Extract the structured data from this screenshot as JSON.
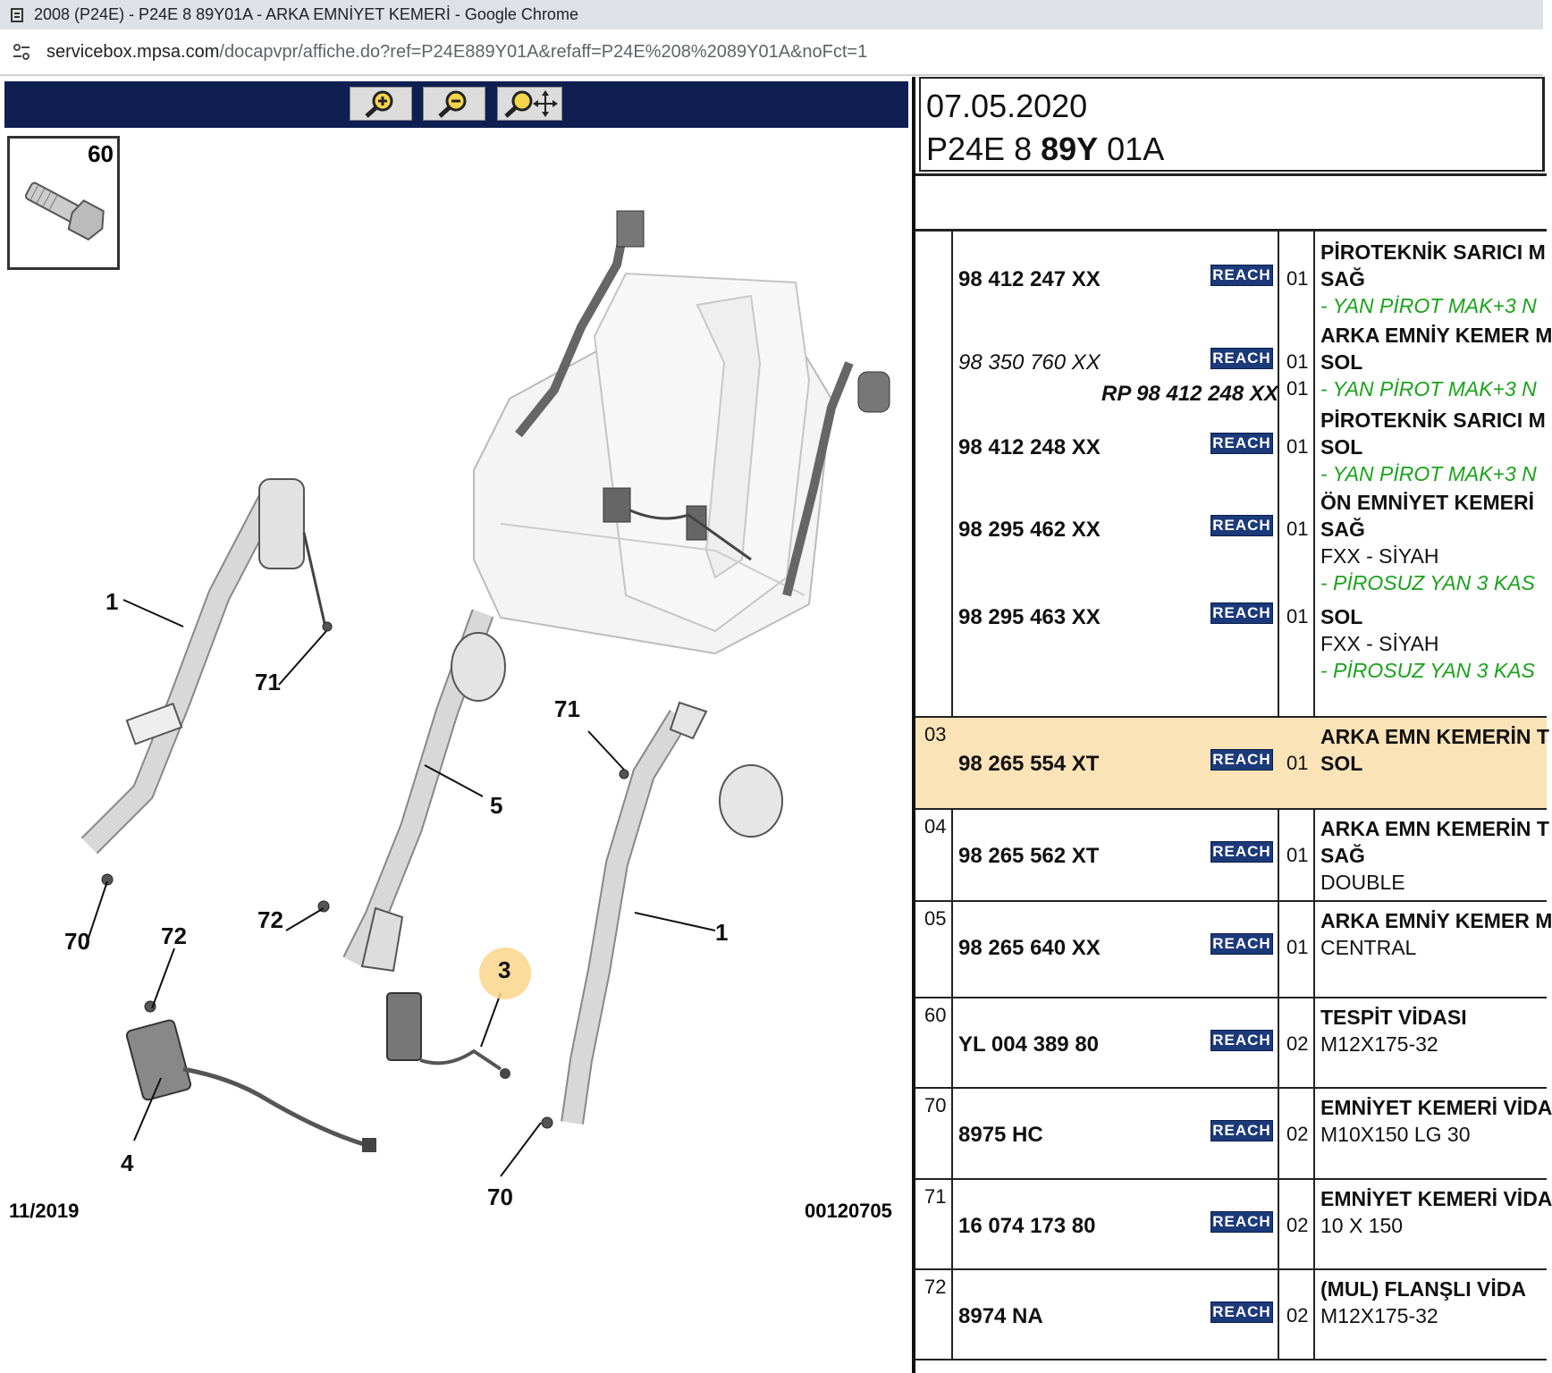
{
  "window": {
    "title": "2008 (P24E) - P24E 8 89Y01A - ARKA EMNİYET KEMERİ - Google Chrome",
    "url_host": "servicebox.mpsa.com",
    "url_path": "/docapvpr/affiche.do?ref=P24E889Y01A&refaff=P24E%208%2089Y01A&noFct=1"
  },
  "viewer": {
    "toolbar": {
      "zoom_in": "zoom-in-icon",
      "zoom_out": "zoom-out-icon",
      "pan": "pan-zoom-icon"
    },
    "thumb_label": "60",
    "callouts": {
      "c1a": "1",
      "c1b": "1",
      "c71a": "71",
      "c71b": "71",
      "c5": "5",
      "c72a": "72",
      "c72b": "72",
      "c70a": "70",
      "c70b": "70",
      "c4": "4",
      "c3": "3"
    },
    "footer_date": "11/2019",
    "footer_code": "00120705"
  },
  "panel": {
    "date": "07.05.2020",
    "ref_prefix": "P24E 8 ",
    "ref_bold": "89Y",
    "ref_suffix": " 01A",
    "reach_label": "REACH",
    "rows": [
      {
        "idx": "",
        "lines": [
          {
            "pn": "98 412 247 XX",
            "qty": "01",
            "desc": [
              "PİROTEKNİK SARICI M",
              "SAĞ"
            ],
            "green": [
              "- YAN PİROT MAK+3 N"
            ]
          },
          {
            "pn": "98 350 760 XX",
            "qty": "01",
            "desc": [
              "ARKA EMNİY KEMER M",
              "SOL"
            ]
          },
          {
            "pn": "RP 98 412 248 XX",
            "qty": "01",
            "green": [
              "- YAN PİROT MAK+3 N"
            ]
          },
          {
            "pn": "98 412 248 XX",
            "qty": "01",
            "desc": [
              "PİROTEKNİK SARICI M",
              "SOL"
            ],
            "green": [
              "- YAN PİROT MAK+3 N"
            ]
          },
          {
            "pn": "98 295 462 XX",
            "qty": "01",
            "desc": [
              "ÖN EMNİYET KEMERİ",
              "SAĞ",
              "FXX - SİYAH"
            ],
            "green": [
              "- PİROSUZ YAN 3 KAS"
            ]
          },
          {
            "pn": "98 295 463 XX",
            "qty": "01",
            "desc": [
              "SOL",
              "FXX - SİYAH"
            ],
            "green": [
              "- PİROSUZ YAN 3 KAS"
            ]
          }
        ]
      },
      {
        "idx": "03",
        "pn": "98 265 554 XT",
        "qty": "01",
        "desc": [
          "ARKA EMN KEMERİN T",
          "SOL"
        ]
      },
      {
        "idx": "04",
        "pn": "98 265 562 XT",
        "qty": "01",
        "desc": [
          "ARKA EMN KEMERİN T",
          "SAĞ",
          "DOUBLE"
        ]
      },
      {
        "idx": "05",
        "pn": "98 265 640 XX",
        "qty": "01",
        "desc": [
          "ARKA EMNİY KEMER M",
          "CENTRAL"
        ]
      },
      {
        "idx": "60",
        "pn": "YL 004 389 80",
        "qty": "02",
        "desc": [
          "TESPİT VİDASI",
          "M12X175-32"
        ]
      },
      {
        "idx": "70",
        "pn": "8975 HC",
        "qty": "02",
        "desc": [
          "EMNİYET KEMERİ VİDA",
          "M10X150 LG 30"
        ]
      },
      {
        "idx": "71",
        "pn": "16 074 173 80",
        "qty": "02",
        "desc": [
          "EMNİYET KEMERİ VİDA",
          "10 X 150"
        ]
      },
      {
        "idx": "72",
        "pn": "8974 NA",
        "qty": "02",
        "desc": [
          "(MUL) FLANŞLI VİDA",
          "M12X175-32"
        ]
      }
    ]
  }
}
